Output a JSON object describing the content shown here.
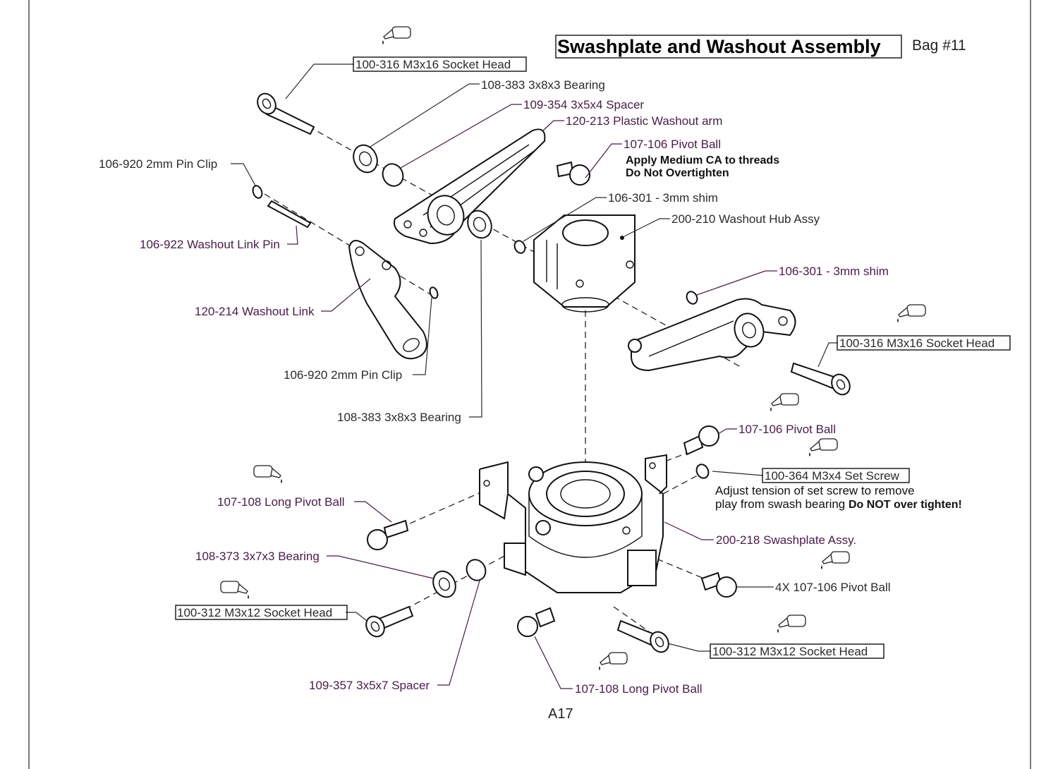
{
  "title": "Swashplate and Washout Assembly",
  "bag": "Bag #11",
  "page_number": "A17",
  "callouts": {
    "c01": "100-316 M3x16 Socket Head",
    "c02": "108-383 3x8x3 Bearing",
    "c03": "109-354 3x5x4 Spacer",
    "c04": "120-213 Plastic Washout arm",
    "c05": "107-106  Pivot Ball",
    "c06": "106-920 2mm Pin Clip",
    "c07": "106-301 - 3mm shim",
    "c08": "200-210 Washout Hub Assy",
    "c09": "106-922 Washout Link Pin",
    "c10": "106-301 - 3mm shim",
    "c11": "120-214 Washout Link",
    "c12": "100-316 M3x16 Socket Head",
    "c13": "106-920 2mm Pin Clip",
    "c14": "108-383 3x8x3 Bearing",
    "c15": "107-106  Pivot Ball",
    "c16": "100-364 M3x4 Set Screw",
    "c17": "107-108  Long Pivot Ball",
    "c18": "200-218 Swashplate Assy.",
    "c19": "108-373 3x7x3 Bearing",
    "c20": "4X 107-106  Pivot Ball",
    "c21": "100-312 M3x12 Socket Head",
    "c22": "100-312 M3x12 Socket Head",
    "c23": "109-357 3x5x7 Spacer",
    "c24": "107-108  Long Pivot Ball"
  },
  "notes": {
    "ca_line1": "Apply Medium CA to threads",
    "ca_line2": "Do Not Overtighten",
    "set_screw_line1": "Adjust tension of set screw to remove",
    "set_screw_line2_a": "play from swash bearing ",
    "set_screw_line2_b": "Do NOT over tighten!"
  }
}
